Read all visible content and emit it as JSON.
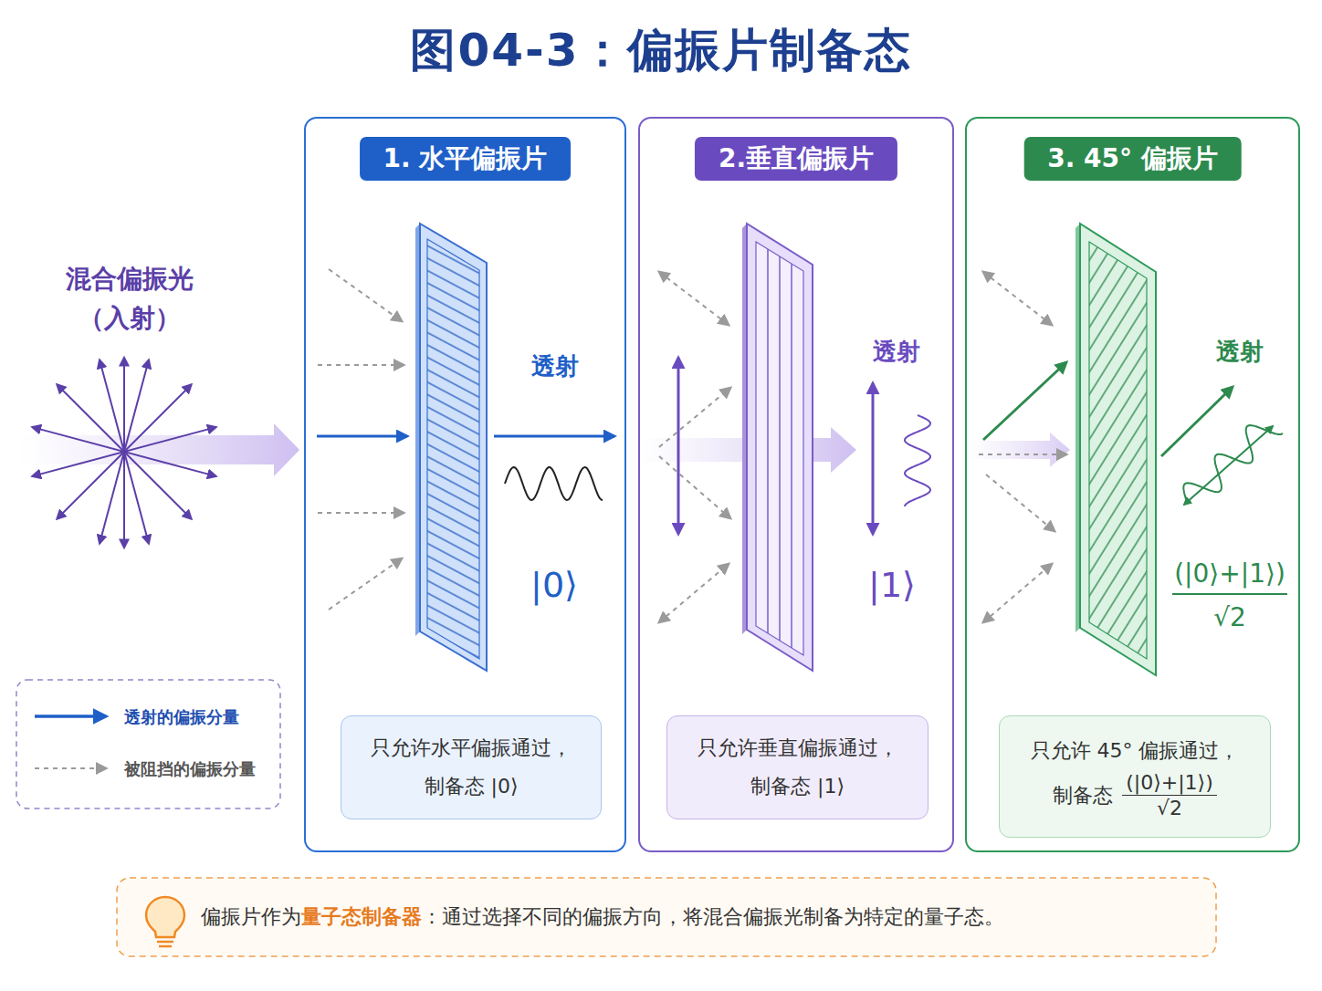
{
  "diagram": {
    "title": "图04-3：偏振片制备态",
    "nodes": [
      {
        "text": [
          "1. 水平偏振片"
        ]
      },
      {
        "text": [
          "只允许水平偏振通过，",
          "制备态 |0⟩"
        ],
        "in": 0
      },
      {
        "text": [
          "2.垂直偏振片"
        ]
      },
      {
        "text": [
          "只允许垂直偏振通过，",
          "制备态 |1⟩"
        ],
        "in": 2
      },
      {
        "text": [
          "3. 45° 偏振片"
        ]
      },
      {
        "text": [
          "只允许 45° 偏振通过，",
          "制备态",
          "(|0⟩+|1⟩)",
          "√2"
        ],
        "in": 4
      },
      {
        "text": [
          "偏振片作为",
          "量子态制备器",
          "：通过选择不同的偏振方向，将混合偏振光制备为特定的量子态。"
        ]
      }
    ],
    "labels": [
      "混合偏振光",
      "（入射）",
      "透射",
      "|0⟩",
      "透射",
      "|1⟩",
      "透射",
      "(|0⟩+|1⟩)",
      "√2"
    ],
    "legend": [
      {
        "text": "透射的偏振分量"
      },
      {
        "text": "被阻挡的偏振分量"
      }
    ]
  }
}
